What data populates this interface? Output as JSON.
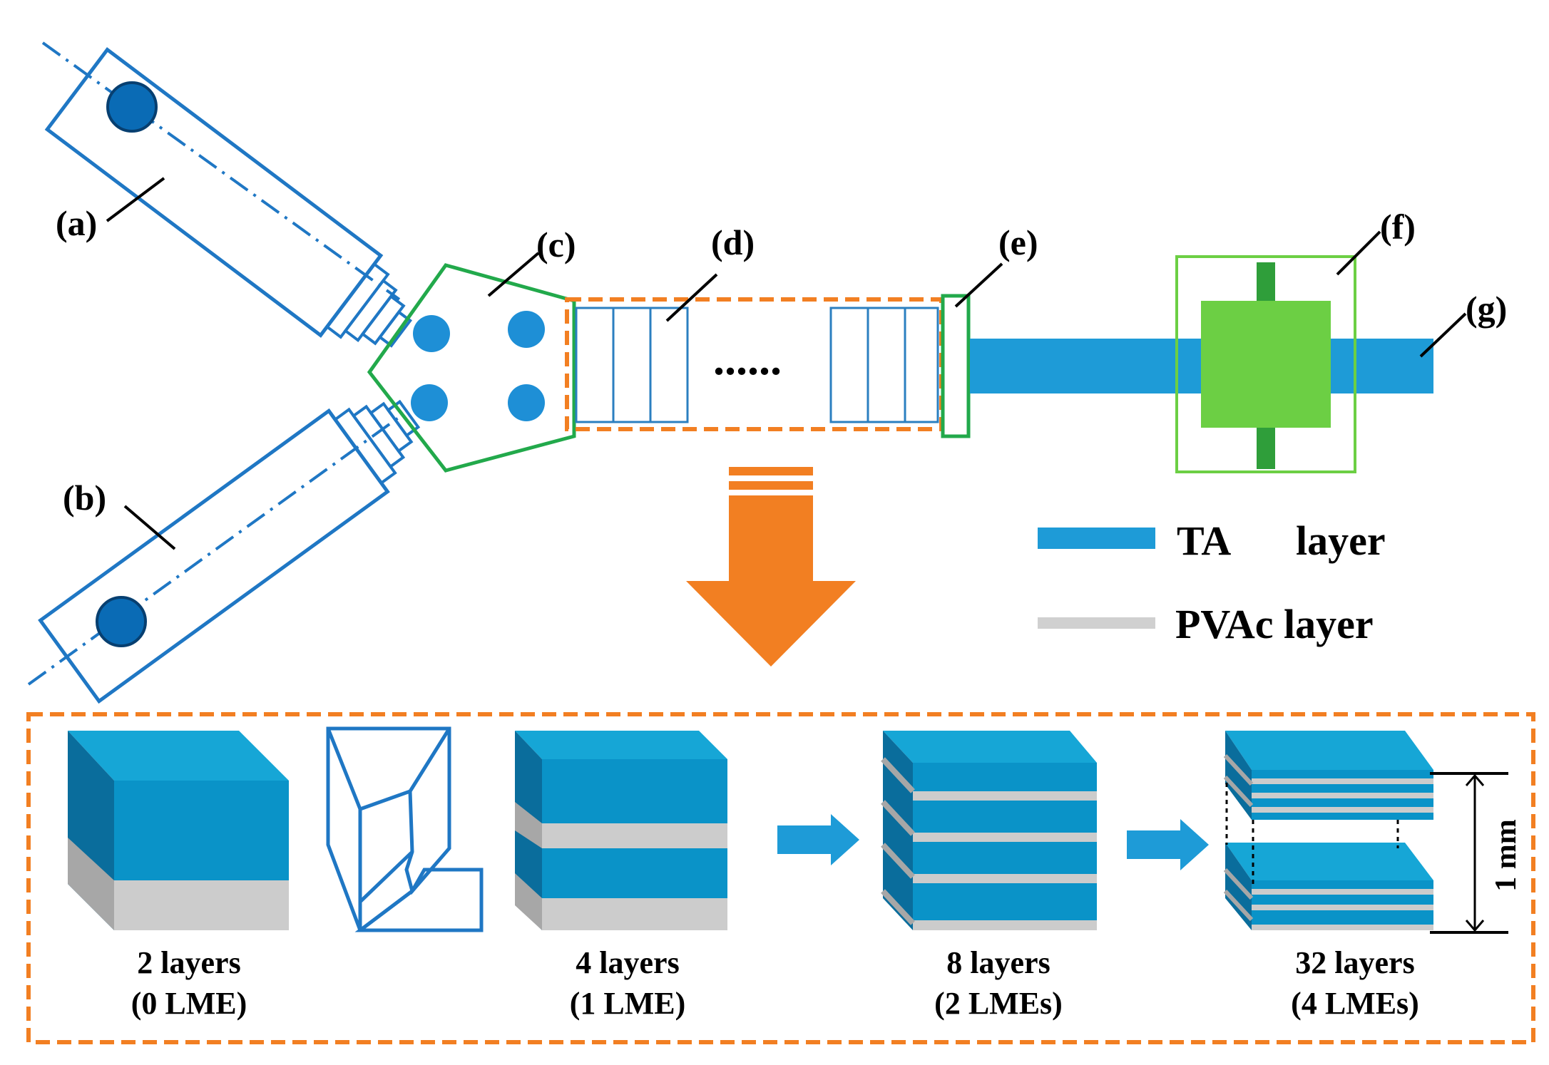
{
  "labels": {
    "a": "(a)",
    "b": "(b)",
    "c": "(c)",
    "d": "(d)",
    "e": "(e)",
    "f": "(f)",
    "g": "(g)"
  },
  "ellipsis": "......",
  "legend": {
    "ta": "TA",
    "ta_suffix": "layer",
    "pvac": "PVAc layer"
  },
  "stages": [
    {
      "line1": "2 layers",
      "line2": "(0 LME)"
    },
    {
      "line1": "4 layers",
      "line2": "(1 LME)"
    },
    {
      "line1": "8 layers",
      "line2": "(2 LMEs)"
    },
    {
      "line1": "32 layers",
      "line2": "(4 LMEs)"
    }
  ],
  "scale_label": "1 mm",
  "colors": {
    "blue_outline": "#1f77c4",
    "blue_fill": "#0a6bb5",
    "ta_blue": "#1e9bd7",
    "cube_front": "#0a93c8",
    "cube_top": "#16a6d6",
    "cube_side": "#0a6d9c",
    "pvac_gray": "#cccccc",
    "pvac_side": "#a7a7a7",
    "green": "#22a94b",
    "green_fill": "#6ccf44",
    "orange": "#f27f22"
  }
}
